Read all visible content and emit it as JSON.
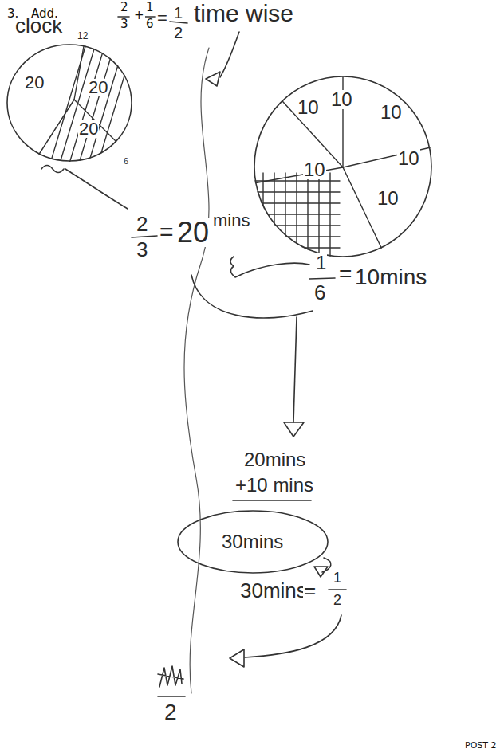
{
  "diagram": {
    "nodes": [
      {
        "text": [
          "clock",
          "12",
          "20",
          "20",
          "20",
          "6"
        ]
      },
      {
        "text": [
          "10",
          "10",
          "10",
          "10",
          "10",
          "10"
        ]
      },
      {
        "text": [
          "30mins"
        ]
      }
    ],
    "labels": [
      "3.",
      "Add.",
      "2",
      "3",
      "+",
      "1",
      "6",
      "=",
      "1",
      "2",
      "time wise",
      "2",
      "3",
      "=",
      "20",
      "mins",
      "1",
      "6",
      "=",
      "10mins",
      "20mins",
      "+10 mins",
      "30mins",
      "=",
      "1",
      "2",
      "2",
      "POST 2"
    ]
  }
}
